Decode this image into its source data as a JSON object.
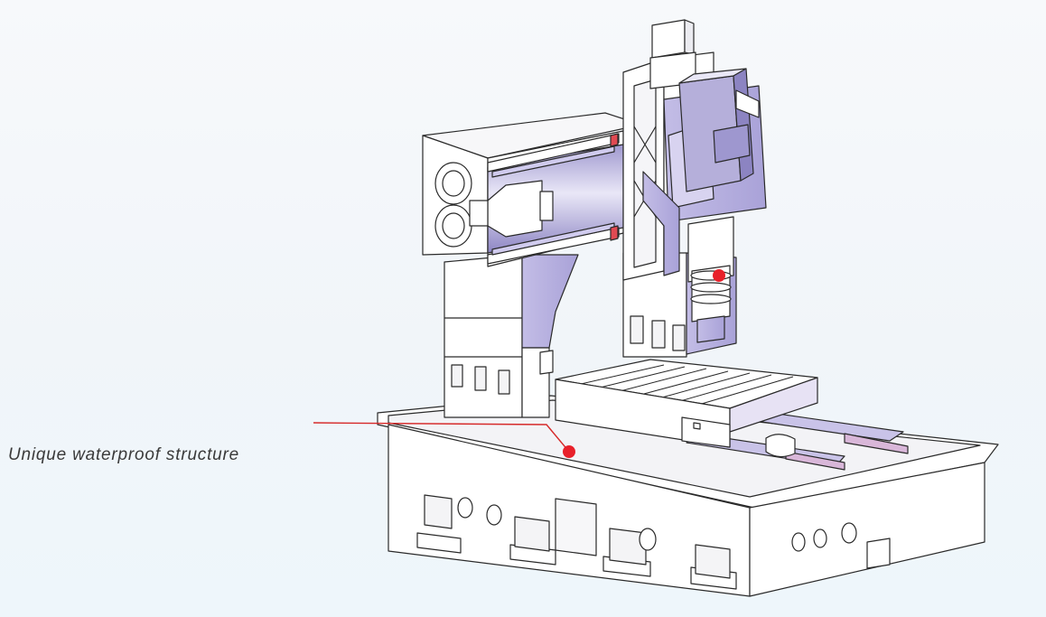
{
  "callout": {
    "label": "Unique waterproof structure"
  },
  "colors": {
    "accent_red": "#e8202a",
    "structure_fill": "#ffffff",
    "gantry_highlight": "#b9b3e0",
    "line": "#2a2a2a"
  },
  "icons": [
    "callout-dot",
    "machine-drawing"
  ]
}
